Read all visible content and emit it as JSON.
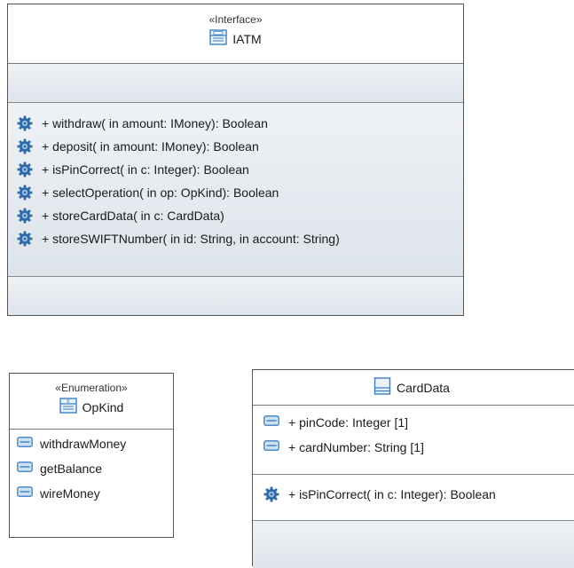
{
  "colors": {
    "gear": "#2f6aa6",
    "gear_light": "#9fc2e4",
    "attr_icon": "#3c7fc0",
    "compartment_top": "#eef2f6",
    "compartment_bottom": "#dde4ea"
  },
  "interface_box": {
    "stereotype": "«Interface»",
    "name": "IATM",
    "icon": "interface-icon",
    "operations": [
      "+ withdraw(  in amount: IMoney): Boolean",
      "+ deposit(  in amount: IMoney): Boolean",
      "+ isPinCorrect(  in c: Integer): Boolean",
      "+ selectOperation(  in op: OpKind): Boolean",
      "+ storeCardData(  in c: CardData)",
      "+ storeSWIFTNumber(  in id: String,   in account: String)"
    ]
  },
  "enum_box": {
    "stereotype": "«Enumeration»",
    "name": "OpKind",
    "icon": "enumeration-icon",
    "literals": [
      "withdrawMoney",
      "getBalance",
      "wireMoney"
    ]
  },
  "class_box": {
    "name": "CardData",
    "icon": "class-icon",
    "attributes": [
      "+ pinCode: Integer [1]",
      "+ cardNumber: String [1]"
    ],
    "operations": [
      "+ isPinCorrect(  in c: Integer): Boolean"
    ]
  }
}
